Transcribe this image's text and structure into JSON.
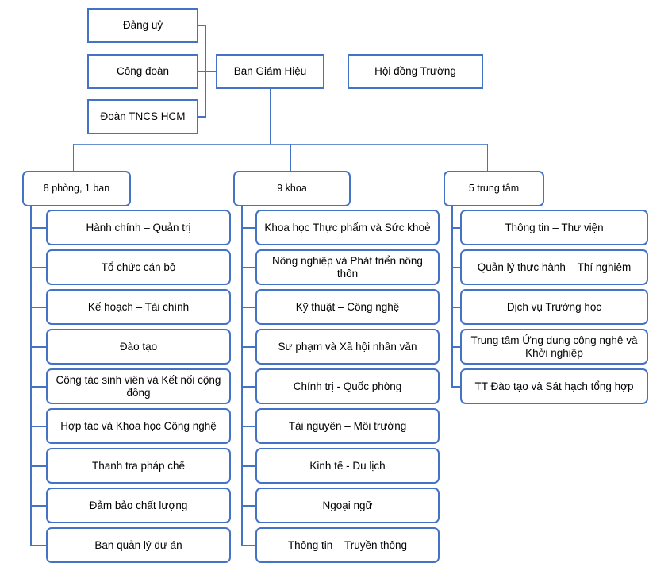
{
  "diagram": {
    "title": "So do to chuc Truong",
    "accent_color": "#4472C4",
    "box_fill": "#FFFFFF",
    "text_color": "#000000"
  },
  "top": {
    "left_nodes": [
      {
        "label": "Đảng uỷ"
      },
      {
        "label": "Công đoàn"
      },
      {
        "label": "Đoàn TNCS HCM"
      }
    ],
    "center_node": {
      "label": "Ban Giám Hiệu"
    },
    "right_node": {
      "label": "Hội đồng Trường"
    }
  },
  "columns": [
    {
      "header": "8 phòng, 1 ban",
      "items": [
        {
          "label": "Hành chính – Quản trị"
        },
        {
          "label": "Tổ chức cán bộ"
        },
        {
          "label": "Kế hoạch – Tài chính"
        },
        {
          "label": "Đào tạo"
        },
        {
          "label": "Công tác sinh viên và Kết nối cộng đồng"
        },
        {
          "label": "Hợp tác và Khoa học Công nghệ"
        },
        {
          "label": "Thanh tra pháp chế"
        },
        {
          "label": "Đảm bảo chất lượng"
        },
        {
          "label": "Ban quản lý dự án"
        }
      ]
    },
    {
      "header": "9 khoa",
      "items": [
        {
          "label": "Khoa học Thực phẩm và Sức khoẻ"
        },
        {
          "label": "Nông nghiệp và Phát triển nông thôn"
        },
        {
          "label": "Kỹ thuật – Công nghệ"
        },
        {
          "label": "Sư phạm và Xã hội nhân văn"
        },
        {
          "label": "Chính trị - Quốc phòng"
        },
        {
          "label": "Tài nguyên – Môi trường"
        },
        {
          "label": "Kinh tế - Du lịch"
        },
        {
          "label": "Ngoại ngữ"
        },
        {
          "label": "Thông tin – Truyền thông"
        }
      ]
    },
    {
      "header": "5 trung tâm",
      "items": [
        {
          "label": "Thông tin – Thư viện"
        },
        {
          "label": "Quản lý thực hành – Thí nghiệm"
        },
        {
          "label": "Dịch vụ Trường học"
        },
        {
          "label": "Trung tâm Ứng dụng công nghệ và Khởi nghiệp"
        },
        {
          "label": "TT Đào tạo và Sát hạch tổng hợp"
        }
      ]
    }
  ]
}
